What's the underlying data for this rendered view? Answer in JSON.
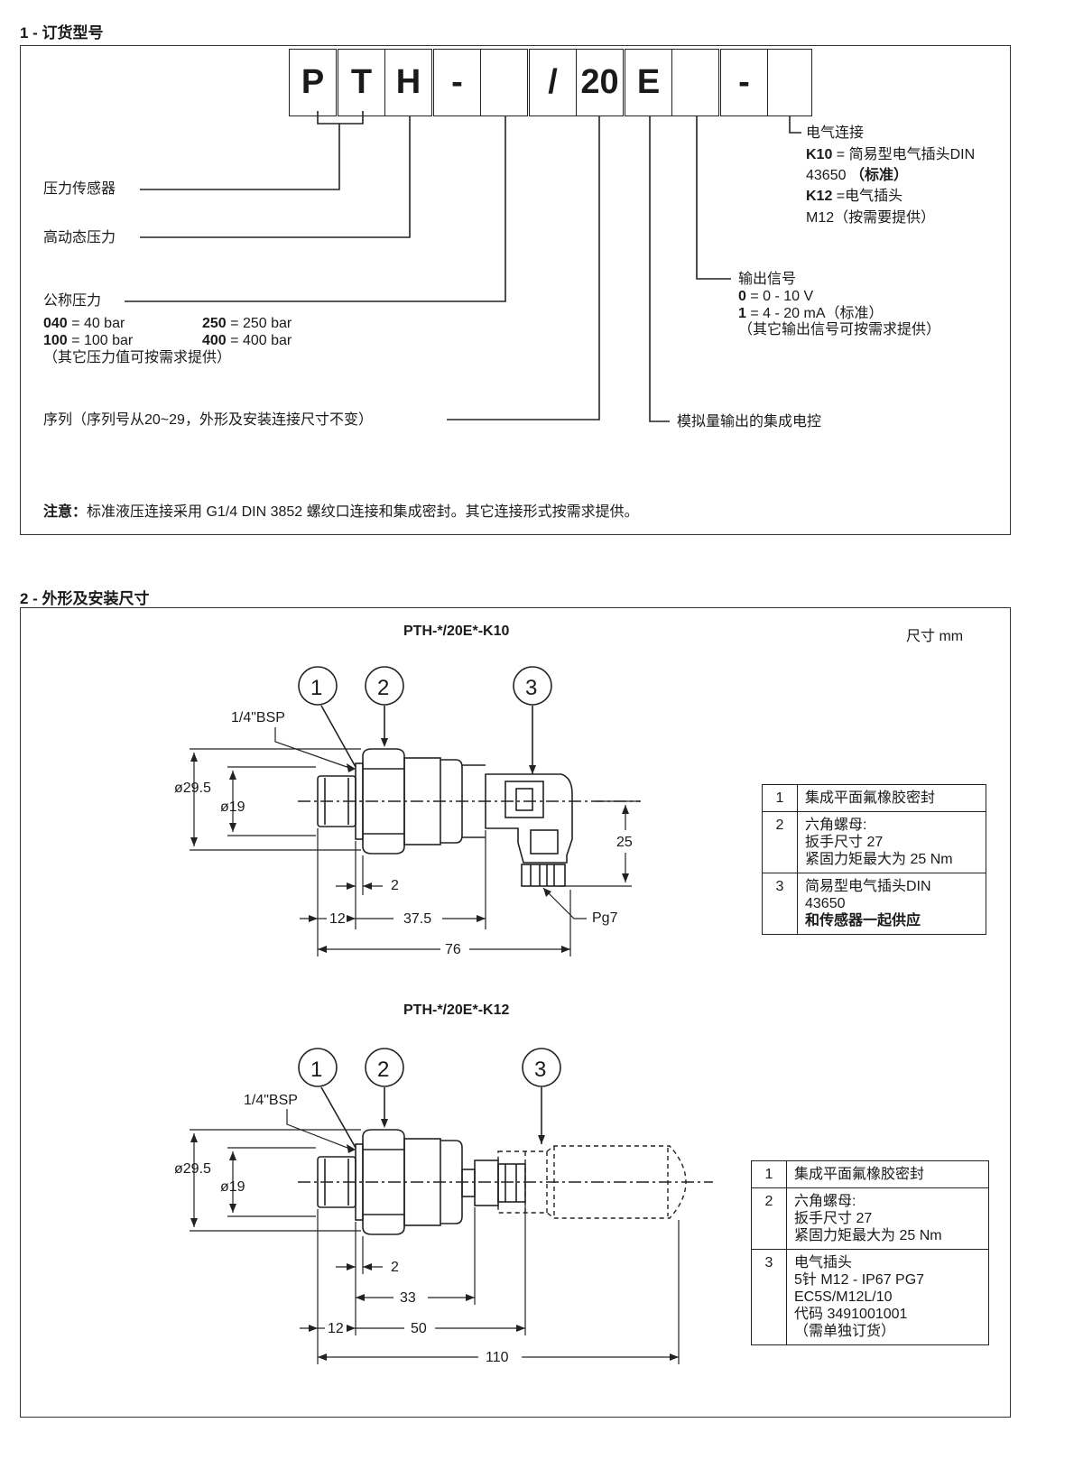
{
  "section1": {
    "title": "1 - 订货型号",
    "code_cells": [
      "P",
      "T",
      "H",
      "-",
      "",
      "/",
      "20",
      "E",
      "",
      "-",
      ""
    ],
    "sensor": "压力传感器",
    "dynamic": "高动态压力",
    "nominal_title": "公称压力",
    "p040_code": "040",
    "p040_val": " =   40 bar",
    "p250_code": "250",
    "p250_val": " = 250 bar",
    "p100_code": "100",
    "p100_val": " = 100 bar",
    "p400_code": "400",
    "p400_val": " = 400 bar",
    "nominal_note": "（其它压力值可按需求提供）",
    "series": "序列（序列号从20~29，外形及安装连接尺寸不变）",
    "analog": "模拟量输出的集成电控",
    "output_title": "输出信号",
    "out0_code": "0",
    "out0_val": " = 0 - 10 V",
    "out1_code": "1",
    "out1_val": " = 4 - 20 mA（标准）",
    "output_note": "（其它输出信号可按需求提供）",
    "conn_title": "电气连接",
    "k10_code": "K10",
    "k10_val": " = 简易型电气插头DIN",
    "k10_line2": "43650 ",
    "k10_std": "（标准）",
    "k12_code": "K12",
    "k12_val": " =电气插头",
    "k12_line2": "M12（按需要提供）",
    "note_label": "注意：",
    "note_text": "标准液压连接采用 G1/4 DIN 3852 螺纹口连接和集成密封。其它连接形式按需求提供。"
  },
  "section2": {
    "title": "2 - 外形及安装尺寸",
    "unit": "尺寸    mm",
    "k10": {
      "title": "PTH-*/20E*-K10",
      "bsp": "1/4\"BSP",
      "d1": "ø29.5",
      "d2": "ø19",
      "dim2": "2",
      "dim12": "12",
      "dim375": "37.5",
      "dim76": "76",
      "dim25": "25",
      "pg7": "Pg7",
      "callouts": [
        "1",
        "2",
        "3"
      ],
      "legend": [
        {
          "n": "1",
          "lines": [
            "集成平面氟橡胶密封"
          ]
        },
        {
          "n": "2",
          "lines": [
            "六角螺母:",
            "扳手尺寸 27",
            "紧固力矩最大为 25 Nm"
          ]
        },
        {
          "n": "3",
          "lines": [
            "简易型电气插头DIN",
            "43650"
          ],
          "bold": "和传感器一起供应"
        }
      ]
    },
    "k12": {
      "title": "PTH-*/20E*-K12",
      "bsp": "1/4\"BSP",
      "d1": "ø29.5",
      "d2": "ø19",
      "dim2": "2",
      "dim33": "33",
      "dim12": "12",
      "dim50": "50",
      "dim110": "110",
      "callouts": [
        "1",
        "2",
        "3"
      ],
      "legend": [
        {
          "n": "1",
          "lines": [
            "集成平面氟橡胶密封"
          ]
        },
        {
          "n": "2",
          "lines": [
            "六角螺母:",
            "扳手尺寸 27",
            "紧固力矩最大为 25 Nm"
          ]
        },
        {
          "n": "3",
          "lines": [
            "电气插头",
            "5针 M12 - IP67 PG7",
            "EC5S/M12L/10",
            "代码 3491001001",
            "（需单独订货）"
          ]
        }
      ]
    }
  }
}
